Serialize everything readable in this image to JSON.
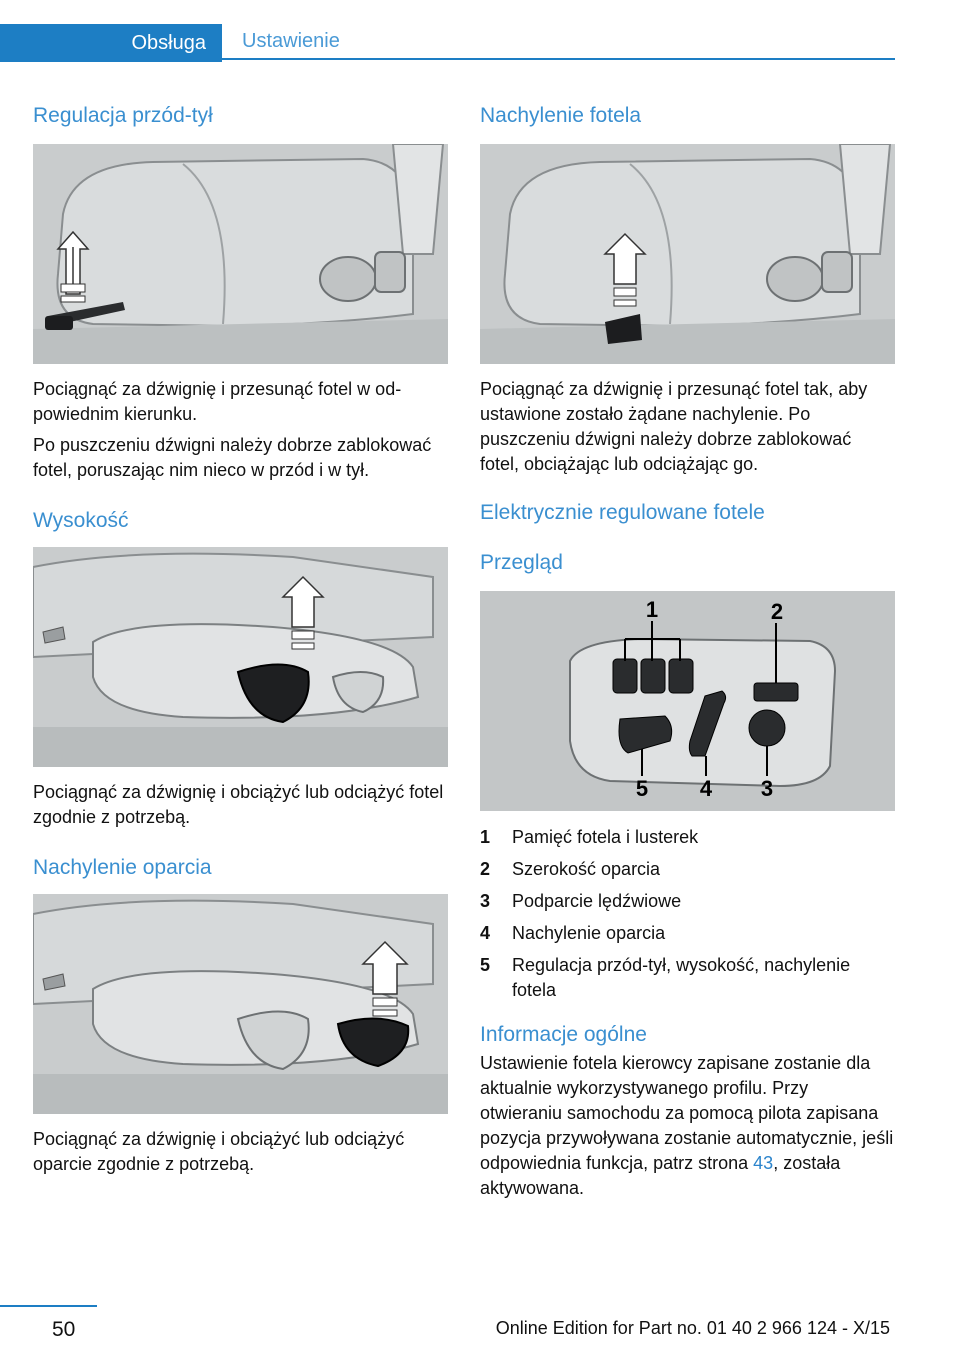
{
  "tabs": {
    "active": "Obsługa",
    "inactive": "Ustawienie"
  },
  "left": {
    "s1_title": "Regulacja przód-tył",
    "s1_p1": "Pociągnąć za dźwignię i przesunąć fotel w od­powiednim kierunku.",
    "s1_p2": "Po puszczeniu dźwigni należy dobrze zabloko­wać fotel, poruszając nim nieco w przód i w tył.",
    "s2_title": "Wysokość",
    "s2_p1": "Pociągnąć za dźwignię i obciążyć lub odciążyć fotel zgodnie z potrzebą.",
    "s3_title": "Nachylenie oparcia",
    "s3_p1": "Pociągnąć za dźwignię i obciążyć lub odciążyć oparcie zgodnie z potrzebą."
  },
  "right": {
    "s1_title": "Nachylenie fotela",
    "s1_p1": "Pociągnąć za dźwignię i przesunąć fotel tak, aby ustawione zostało żądane nachylenie. Po puszczeniu dźwigni należy dobrze zablokować fotel, obciążając lub odciążając go.",
    "s2_title": "Elektrycznie regulowane fotele",
    "s3_title": "Przegląd",
    "callouts": [
      "1",
      "2",
      "3",
      "4",
      "5"
    ],
    "items": [
      {
        "num": "1",
        "text": "Pamięć fotela i lusterek"
      },
      {
        "num": "2",
        "text": "Szerokość oparcia"
      },
      {
        "num": "3",
        "text": "Podparcie lędźwiowe"
      },
      {
        "num": "4",
        "text": "Nachylenie oparcia"
      },
      {
        "num": "5",
        "text": "Regulacja przód-tył, wysokość, nachylenie fotela"
      }
    ],
    "s4_title": "Informacje ogólne",
    "s4_p1_before": "Ustawienie fotela kierowcy zapisane zostanie dla aktualnie wykorzystywanego profilu. Przy otwieraniu samochodu za pomocą pilota zapi­sana pozycja przywoływana zostanie automa­tycznie, jeśli odpowiednia funkcja, patrz strona ",
    "s4_link": "43",
    "s4_p1_after": ", została aktywowana."
  },
  "footer": {
    "page": "50",
    "edition": "Online Edition for Part no. 01 40 2 966 124 - X/15"
  }
}
